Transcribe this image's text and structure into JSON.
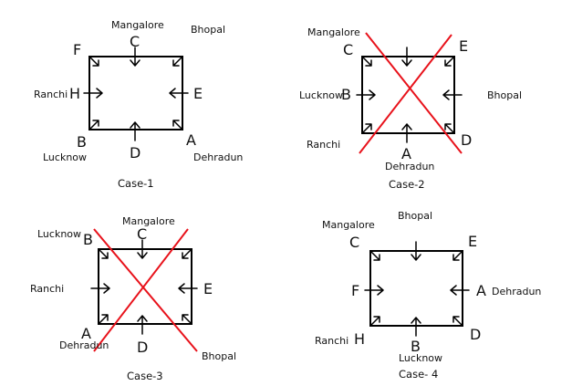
{
  "colors": {
    "cross_line": "#e8121b",
    "ink": "#000000"
  },
  "cases": [
    {
      "caption": "Case-1",
      "crossed": false,
      "letters": {
        "F": "F",
        "C": "C",
        "H": "H",
        "E": "E",
        "B": "B",
        "D": "D",
        "A": "A"
      },
      "cities": {
        "mangalore": "Mangalore",
        "bhopal": "Bhopal",
        "ranchi": "Ranchi",
        "lucknow": "Lucknow",
        "dehradun": "Dehradun"
      }
    },
    {
      "caption": "Case-2",
      "crossed": true,
      "letters": {
        "C": "C",
        "E": "E",
        "B": "B",
        "A": "A",
        "D": "D"
      },
      "cities": {
        "mangalore": "Mangalore",
        "lucknow": "Lucknow",
        "bhopal": "Bhopal",
        "ranchi": "Ranchi",
        "dehradun": "Dehradun"
      }
    },
    {
      "caption": "Case-3",
      "crossed": true,
      "letters": {
        "B": "B",
        "C": "C",
        "E": "E",
        "A": "A",
        "D": "D"
      },
      "cities": {
        "lucknow": "Lucknow",
        "mangalore": "Mangalore",
        "ranchi": "Ranchi",
        "dehradun": "Dehradun",
        "bhopal": "Bhopal"
      }
    },
    {
      "caption": "Case- 4",
      "crossed": false,
      "letters": {
        "C": "C",
        "E": "E",
        "F": "F",
        "A": "A",
        "H": "H",
        "B": "B",
        "D": "D"
      },
      "cities": {
        "bhopal": "Bhopal",
        "mangalore": "Mangalore",
        "dehradun": "Dehradun",
        "ranchi": "Ranchi",
        "lucknow": "Lucknow"
      }
    }
  ]
}
